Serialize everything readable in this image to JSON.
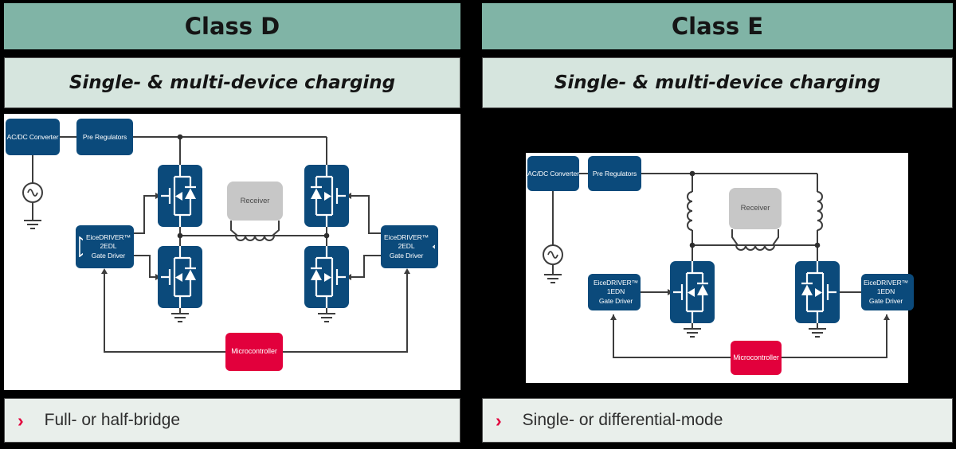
{
  "colors": {
    "header_bg": "#80B4A6",
    "subtitle_bg": "#D6E5DE",
    "footer_bg": "#E9EFEB",
    "block_blue": "#0B4A7B",
    "accent_red": "#E2003C",
    "receiver_gray": "#C7C7C7",
    "wire": "#3D3D3D",
    "page_bg": "#000000"
  },
  "panels": [
    {
      "title": "Class D",
      "subtitle": "Single- & multi-device charging",
      "bullet_marker": "›",
      "bullet_text": "Full- or half-bridge",
      "blocks": {
        "acdc": "AC/DC Converter",
        "prereg": "Pre Regulators",
        "receiver": "Receiver",
        "microcontroller": "Microcontroller",
        "driver_left": {
          "brand": "EiceDRIVER™",
          "part": "2EDL",
          "role": "Gate Driver"
        },
        "driver_right": {
          "brand": "EiceDRIVER™",
          "part": "2EDL",
          "role": "Gate Driver"
        }
      }
    },
    {
      "title": "Class E",
      "subtitle": "Single- & multi-device charging",
      "bullet_marker": "›",
      "bullet_text": "Single- or differential-mode",
      "blocks": {
        "acdc": "AC/DC Converter",
        "prereg": "Pre Regulators",
        "receiver": "Receiver",
        "microcontroller": "Microcontroller",
        "driver_left": {
          "brand": "EiceDRIVER™",
          "part": "1EDN",
          "role": "Gate Driver"
        },
        "driver_right": {
          "brand": "EiceDRIVER™",
          "part": "1EDN",
          "role": "Gate Driver"
        }
      }
    }
  ]
}
